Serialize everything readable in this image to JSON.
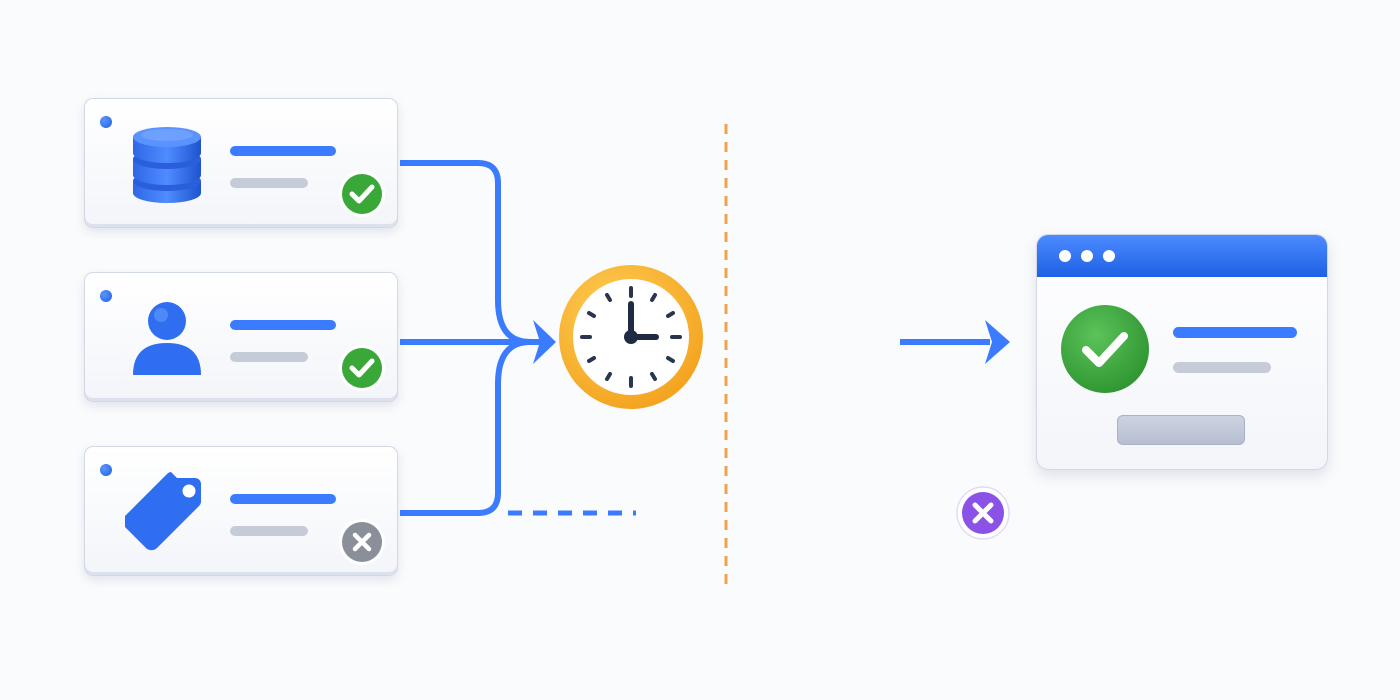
{
  "diagram": {
    "sources": [
      {
        "icon": "database-icon",
        "status": "success"
      },
      {
        "icon": "user-icon",
        "status": "success"
      },
      {
        "icon": "tag-icon",
        "status": "rejected"
      }
    ],
    "gate": {
      "icon": "clock-icon"
    },
    "cutoff": {
      "style": "dashed",
      "color": "#f0a050"
    },
    "result_window": {
      "icon": "check-circle-icon"
    },
    "rejected_path": {
      "icon": "close-circle-icon"
    }
  },
  "colors": {
    "background": "#fafbfc",
    "flow_blue": "#3b7bff",
    "success_green": "#3aa838",
    "rejected_gray": "#8a8f99",
    "late_purple": "#8a52e6",
    "clock_orange": "#f6ad2d",
    "cutoff_orange": "#f0a050"
  }
}
